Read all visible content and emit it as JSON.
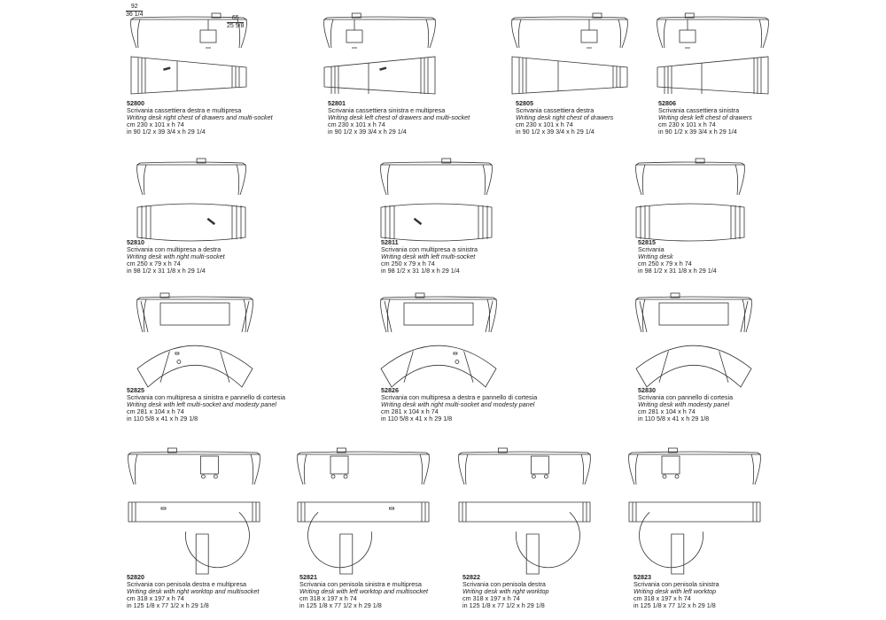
{
  "dimension_callouts": {
    "depth_cm": "92",
    "depth_in": "36 1/4",
    "height_cm": "65",
    "height_in": "25 5/8"
  },
  "products": [
    {
      "code": "52800",
      "it": "Scrivania cassettiera destra e multipresa",
      "en": "Writing desk right chest of drawers and multi-socket",
      "cm": "cm 230 x 101 x h 74",
      "in": "in 90 1/2 x 39 3/4 x h 29 1/4"
    },
    {
      "code": "52801",
      "it": "Scrivania cassettiera sinistra e multipresa",
      "en": "Writing desk left chest of drawers and multi-socket",
      "cm": "cm 230 x 101 x h 74",
      "in": "in 90 1/2 x 39 3/4 x h 29 1/4"
    },
    {
      "code": "52805",
      "it": "Scrivania cassettiera destra",
      "en": "Writing desk right chest of drawers",
      "cm": "cm 230 x 101 x h 74",
      "in": "in 90 1/2 x 39 3/4 x h 29 1/4"
    },
    {
      "code": "52806",
      "it": "Scrivania cassettiera sinistra",
      "en": "Writing desk left chest of drawers",
      "cm": "cm 230 x 101 x h 74",
      "in": "in 90 1/2 x 39 3/4 x h 29 1/4"
    },
    {
      "code": "52810",
      "it": "Scrivania con multipresa a destra",
      "en": "Writing desk with right multi-socket",
      "cm": "cm 250 x 79 x h 74",
      "in": "in 98 1/2 x 31 1/8 x h 29 1/4"
    },
    {
      "code": "52811",
      "it": "Scrivania con multipresa a sinistra",
      "en": "Writing desk with left multi-socket",
      "cm": "cm 250 x 79 x h 74",
      "in": "in 98 1/2 x 31 1/8 x h 29 1/4"
    },
    {
      "code": "52815",
      "it": "Scrivania",
      "en": "Writing desk",
      "cm": "cm 250 x 79 x h 74",
      "in": "in 98 1/2 x 31 1/8 x h 29 1/4"
    },
    {
      "code": "52825",
      "it": "Scrivania con multipresa a sinistra e pannello di cortesia",
      "en": "Writing desk with left multi-socket and modesty panel",
      "cm": "cm 281 x 104 x h 74",
      "in": "in 110 5/8 x 41 x h 29 1/8"
    },
    {
      "code": "52826",
      "it": "Scrivania con multipresa a destra e pannello di cortesia",
      "en": "Writing desk with right multi-socket and modesty panel",
      "cm": "cm 281 x 104 x h 74",
      "in": "in 110 5/8 x 41 x h 29 1/8"
    },
    {
      "code": "52830",
      "it": "Scrivania con pannello di cortesia",
      "en": "Writing desk with modesty panel",
      "cm": "cm 281 x 104 x h 74",
      "in": "in 110 5/8 x 41 x h 29 1/8"
    },
    {
      "code": "52820",
      "it": "Scrivania con penisola destra e multipresa",
      "en": "Writing desk with right worktop and multisocket",
      "cm": "cm 318 x 197 x h 74",
      "in": "in 125 1/8 x 77 1/2 x h 29 1/8"
    },
    {
      "code": "52821",
      "it": "Scrivania con penisola sinistra e multipresa",
      "en": "Writing desk with left worktop and multisocket",
      "cm": "cm 318 x 197 x h 74",
      "in": "in 125 1/8 x 77 1/2 x h 29 1/8"
    },
    {
      "code": "52822",
      "it": "Scrivania con penisola destra",
      "en": "Writing desk with right worktop",
      "cm": "cm 318 x 197 x h 74",
      "in": "in 125 1/8 x 77 1/2 x h 29 1/8"
    },
    {
      "code": "52823",
      "it": "Scrivania con penisola sinistra",
      "en": "Writing desk with left worktop",
      "cm": "cm 318 x 197 x h 74",
      "in": "in 125 1/8 x 77 1/2 x h 29 1/8"
    }
  ]
}
